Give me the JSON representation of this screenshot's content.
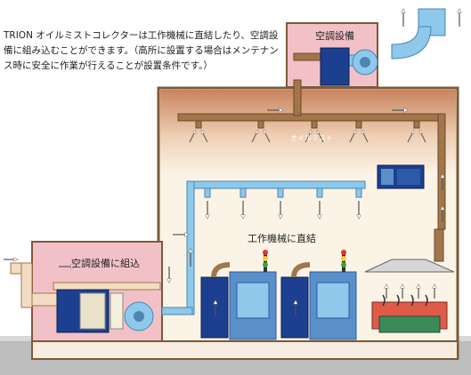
{
  "description": "TRION オイルミストコレクターは工作機械に直結したり、空調設備に組み込むことができます。（高所に設置する場合はメンテナンス時に安全に作業が行えることが設置条件です。）",
  "labels": {
    "hvac_rooftop": "空調設備",
    "hvac_built_in": "空調設備に組込",
    "oil_mist": "オイルミスト",
    "direct_to_machine": "工作機械に直結"
  },
  "colors": {
    "duct_brown": "#a0764a",
    "duct_blue": "#8ec8ea",
    "room_pink": "#f2c1c7",
    "factory_fill": "#fbf3e6",
    "collector_blue": "#1c3f8f",
    "machine_blue": "#5b8fc8",
    "ground_gray": "#bdbdbd"
  },
  "icons": [
    "arrow-up-icon",
    "arrow-down-icon",
    "arrow-right-icon",
    "signal-light-icon",
    "fan-icon",
    "filter-icon"
  ]
}
